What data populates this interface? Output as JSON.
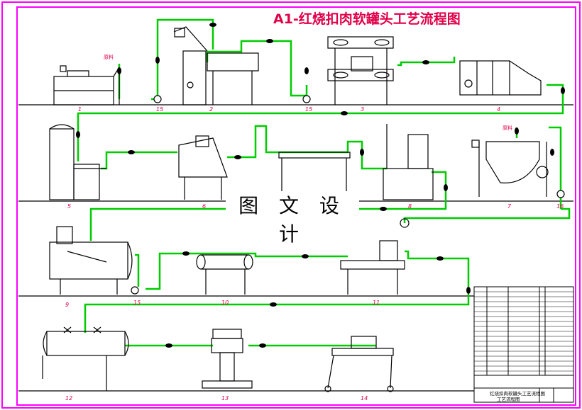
{
  "title": "A1-红烧扣肉软罐头工艺流程图",
  "watermark": "图 文 设 计",
  "labels": {
    "material_1": "原料",
    "material_2": "原料"
  },
  "stations": {
    "row1": [
      "1",
      "15",
      "2",
      "15",
      "3",
      "4"
    ],
    "row2": [
      "5",
      "6",
      "",
      "8",
      "7",
      "16"
    ],
    "row3": [
      "9",
      "15",
      "10",
      "",
      "11"
    ],
    "row4": [
      "12",
      "13",
      "14"
    ]
  },
  "title_block": {
    "bottom_text": "红烧扣肉软罐头工艺流程图",
    "sheet_label": "工艺流程图"
  },
  "colors": {
    "frame": "#ff00ff",
    "pipe": "#00cc00",
    "equipment": "#000000",
    "title": "#e0004a"
  }
}
